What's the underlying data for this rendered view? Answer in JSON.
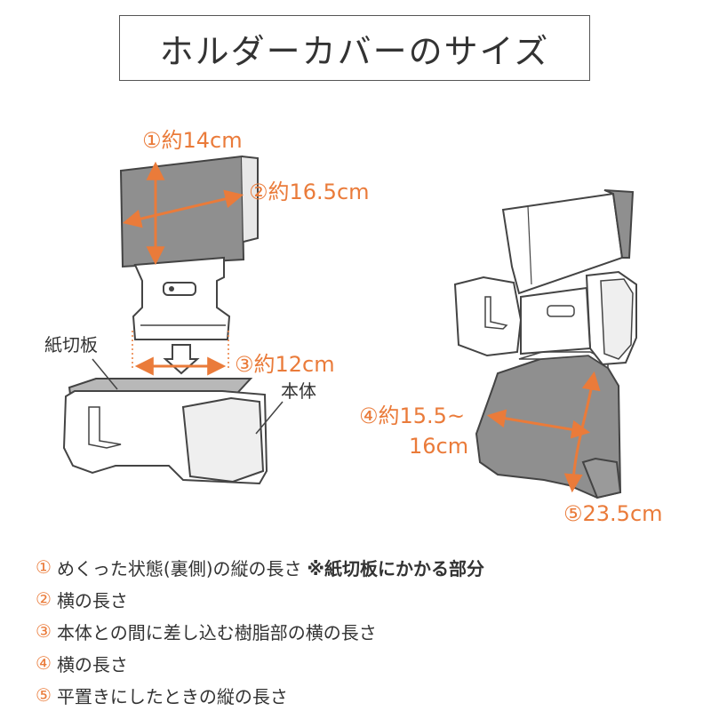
{
  "title": "ホルダーカバーのサイズ",
  "measurements": {
    "m1": "①約14cm",
    "m2": "②約16.5cm",
    "m3": "③約12cm",
    "m4_line1": "④約15.5~",
    "m4_line2": "16cm",
    "m5": "⑤23.5cm"
  },
  "parts": {
    "paper_cutter": "紙切板",
    "main_body": "本体"
  },
  "notes": [
    {
      "num": "①",
      "text": "めくった状態(裏側)の縦の長さ",
      "bold": "※紙切板にかかる部分"
    },
    {
      "num": "②",
      "text": "横の長さ",
      "bold": ""
    },
    {
      "num": "③",
      "text": "本体との間に差し込む樹脂部の横の長さ",
      "bold": ""
    },
    {
      "num": "④",
      "text": "横の長さ",
      "bold": ""
    },
    {
      "num": "⑤",
      "text": "平置きにしたときの縦の長さ",
      "bold": ""
    }
  ],
  "colors": {
    "accent": "#ea7b3a",
    "cover_fill": "#8f8f8f",
    "outline": "#444444",
    "text": "#333333"
  }
}
